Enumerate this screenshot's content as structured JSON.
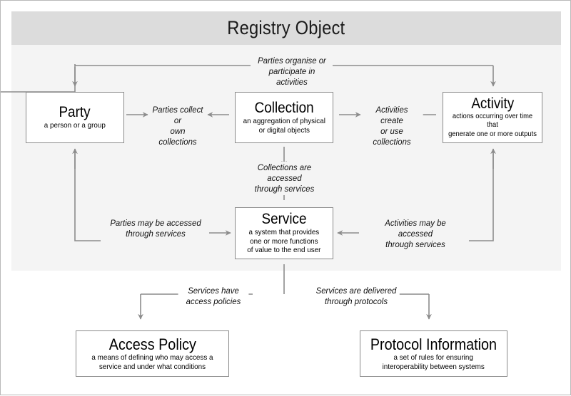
{
  "panel": {
    "title": "Registry Object"
  },
  "nodes": [
    {
      "key": "party",
      "title": "Party",
      "desc": "a person or a group"
    },
    {
      "key": "collection",
      "title": "Collection",
      "desc": "an aggregation of physical\nor digital objects"
    },
    {
      "key": "activity",
      "title": "Activity",
      "desc": "actions occurring over time that\ngenerate one or more outputs"
    },
    {
      "key": "service",
      "title": "Service",
      "desc": "a system that provides\none or more functions\nof value to the end user"
    },
    {
      "key": "access_policy",
      "title": "Access Policy",
      "desc": "a means of defining who may access a\nservice and under what conditions"
    },
    {
      "key": "protocol_information",
      "title": "Protocol Information",
      "desc": "a set of rules for ensuring\ninteroperability between systems"
    }
  ],
  "edge_labels": {
    "party_activity": "Parties organise or\nparticipate in activities",
    "party_collection": "Parties collect or\nown collections",
    "collection_activity": "Activities create\nor use collections",
    "collection_service": "Collections are accessed\nthrough services",
    "party_service": "Parties may be accessed\nthrough services",
    "activity_service": "Activities may be accessed\nthrough services",
    "service_policy": "Services have\naccess policies",
    "service_protocol": "Services are delivered\nthrough protocols"
  },
  "colors": {
    "panel_background": "#f4f4f4",
    "panel_header": "#dcdcdc",
    "node_border": "#8a8a8a",
    "node_fill": "#ffffff",
    "connector": "#8c8c8c",
    "canvas_border": "#b9b9b9",
    "text": "#000000"
  }
}
